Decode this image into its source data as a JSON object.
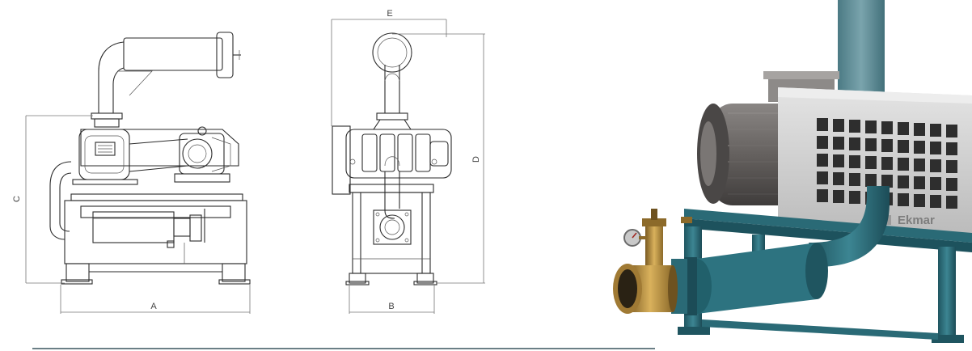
{
  "dimensions": {
    "a": "A",
    "b": "B",
    "c": "C",
    "d": "D",
    "e": "E"
  },
  "product": {
    "brand_text": "Ekmar"
  },
  "colors": {
    "frame": "#2f6f7a",
    "hood": "#cfcfcf",
    "motor": "#6b6866",
    "stack": "#5d8a93",
    "brass": "#b89240",
    "rule": "#6b7f86"
  }
}
